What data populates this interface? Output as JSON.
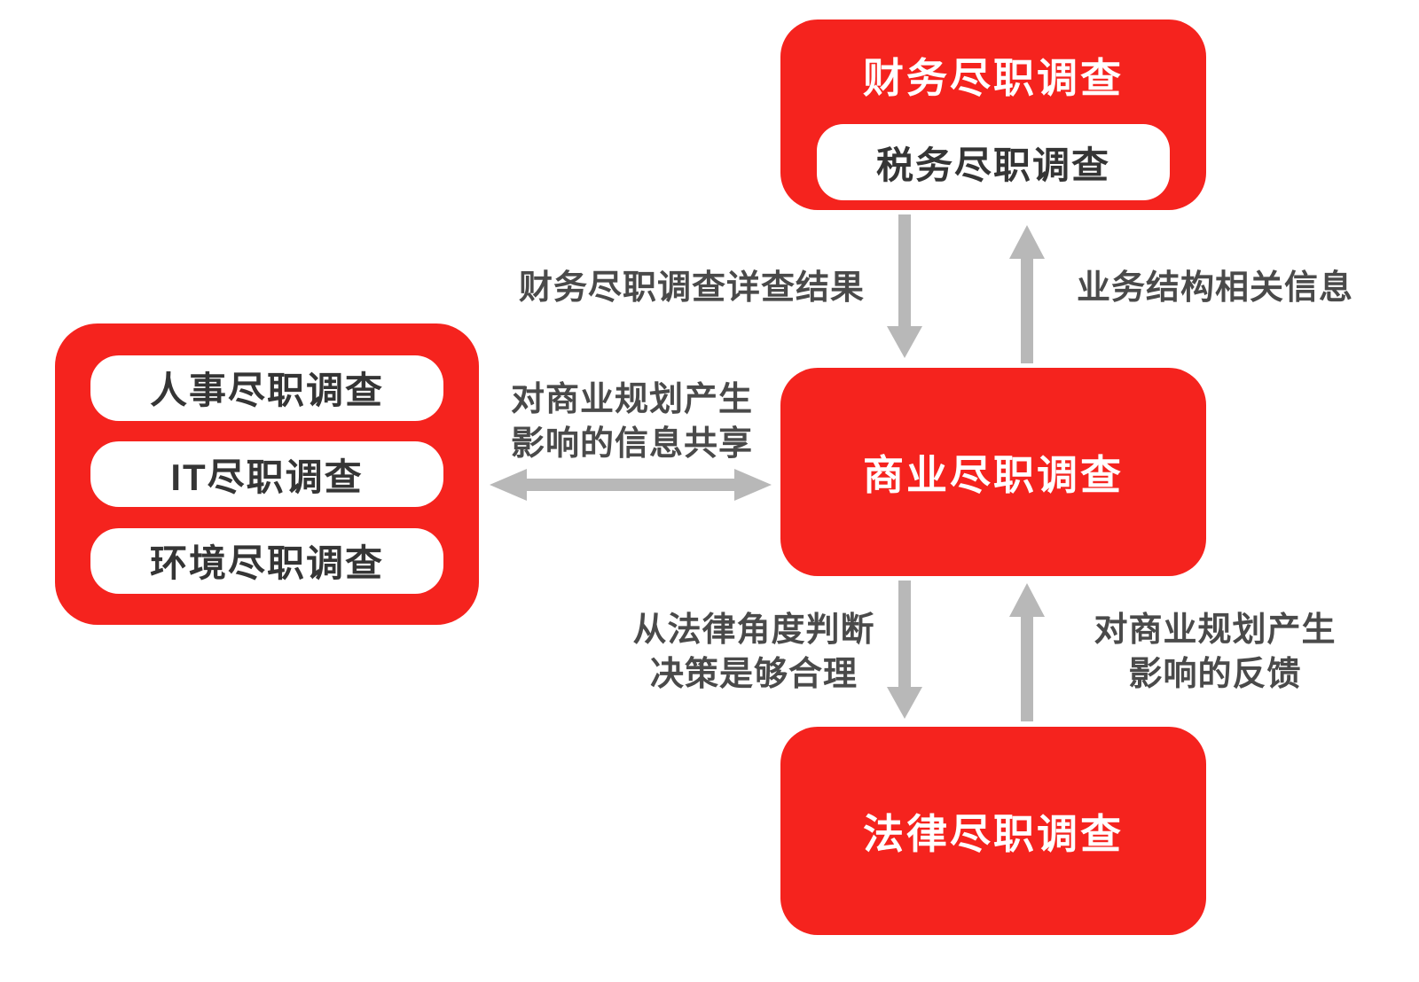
{
  "colors": {
    "box_red": "#f5231e",
    "arrow_gray": "#b8b8b8",
    "label_gray": "#4a4a4a",
    "pill_text_dark": "#353535",
    "node_text_white": "#ffffff"
  },
  "nodes": {
    "financial": {
      "title": "财务尽职调查",
      "sub": "税务尽职调查"
    },
    "left_group": {
      "items": [
        "人事尽职调查",
        "IT尽职调查",
        "环境尽职调查"
      ]
    },
    "commercial": {
      "title": "商业尽职调查"
    },
    "legal": {
      "title": "法律尽职调查"
    }
  },
  "edge_labels": {
    "financial_to_commercial": "财务尽职调查详查结果",
    "commercial_to_financial": "业务结构相关信息",
    "left_commercial_line1": "对商业规划产生",
    "left_commercial_line2": "影响的信息共享",
    "commercial_to_legal_line1": "从法律角度判断",
    "commercial_to_legal_line2": "决策是够合理",
    "legal_to_commercial_line1": "对商业规划产生",
    "legal_to_commercial_line2": "影响的反馈"
  }
}
